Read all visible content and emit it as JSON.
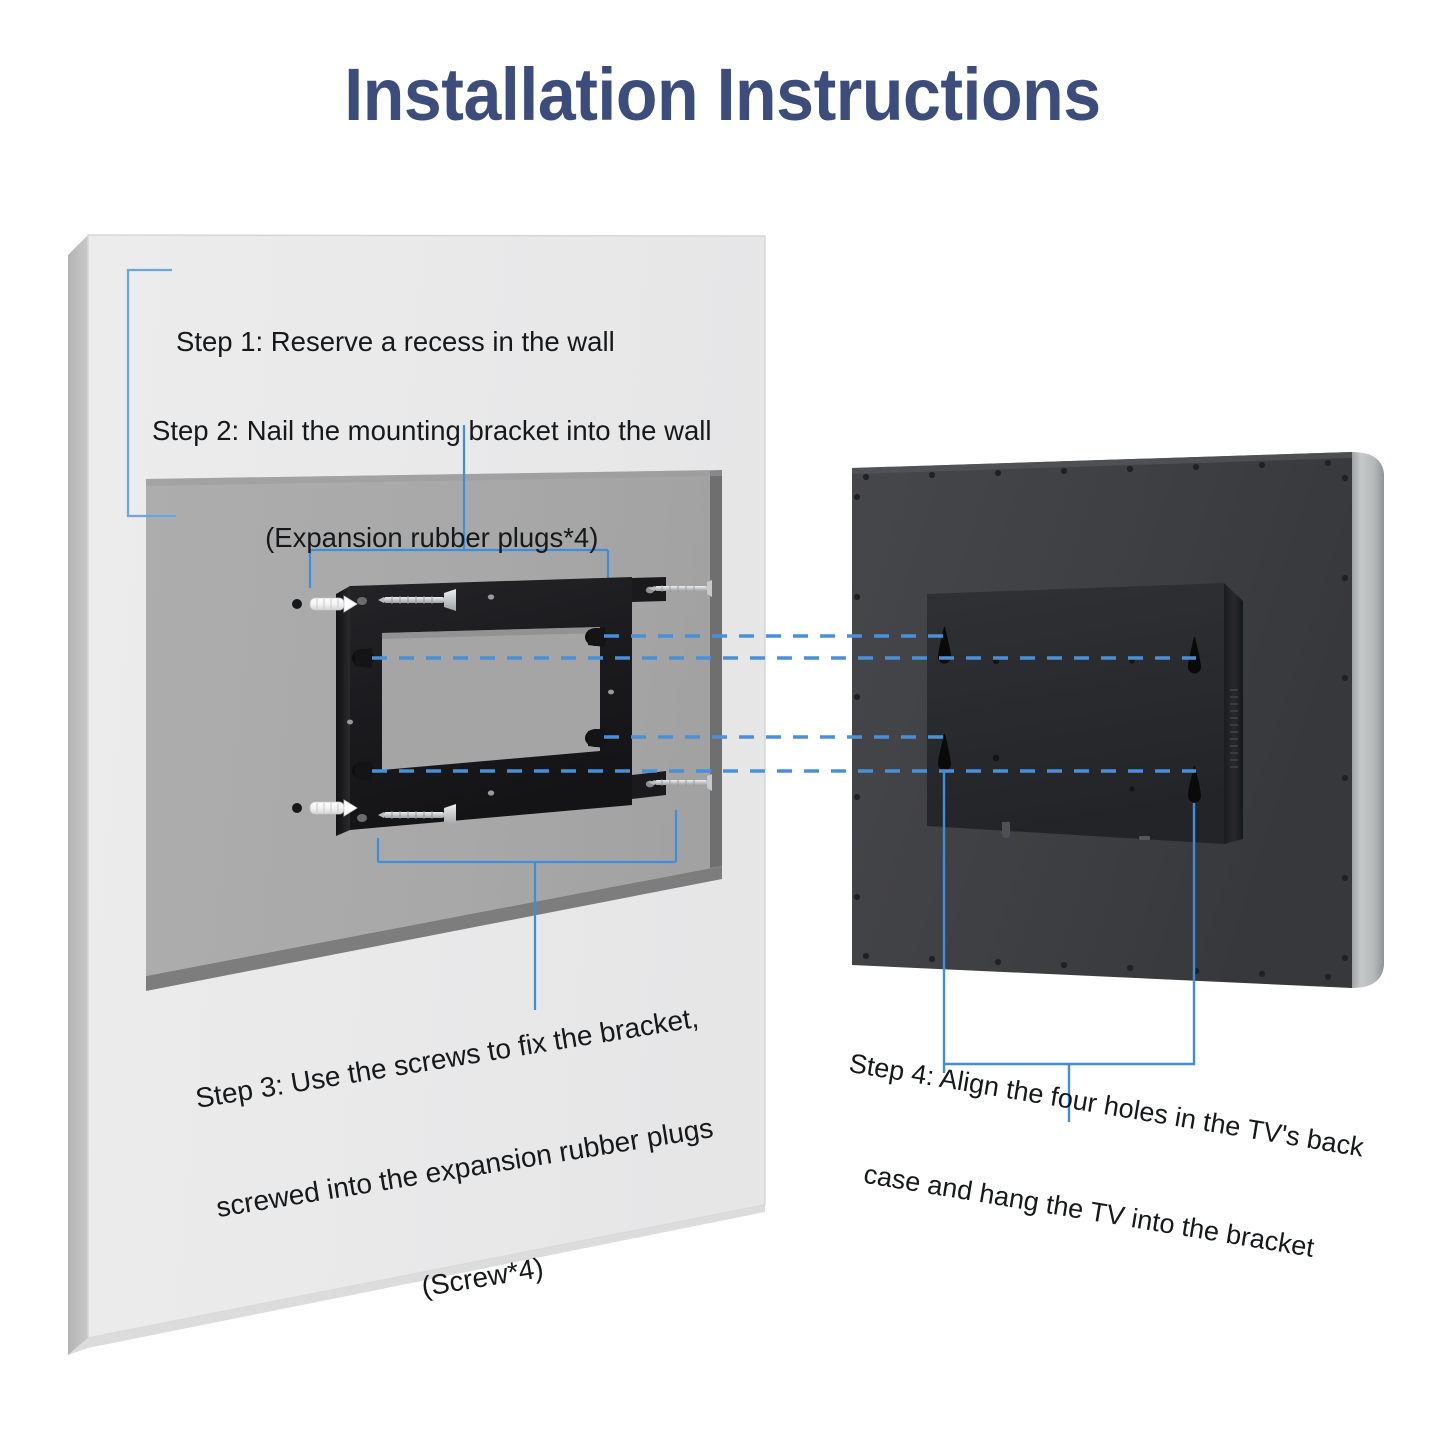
{
  "page": {
    "title": "Installation Instructions",
    "title_color": "#3c4d7c",
    "background_color": "#ffffff"
  },
  "colors": {
    "title_navy": "#3c4d7c",
    "leader_line_blue": "#4a90d9",
    "dashed_guide_blue": "#4a90d9",
    "wall_face_gray": "#e9e9ea",
    "wall_side_gray": "#b9b9b9",
    "recess_gray": "#aaaaaa",
    "recess_rim_dark": "#7d7d7d",
    "bracket_black": "#1c1c1e",
    "tv_back_gray": "#3f4043",
    "tv_edge_silver": "#b9bdbe",
    "screw_silver": "#cfd2d4",
    "text_black": "#16181a"
  },
  "steps": [
    {
      "id": "step-1",
      "label": "Step 1: Reserve a recess in the wall",
      "lines": [
        "Step 1: Reserve a recess in the wall"
      ],
      "points_to": "wall-recess"
    },
    {
      "id": "step-2",
      "label": "Step 2: Nail the mounting bracket into the wall (Expansion rubber plugs*4)",
      "lines": [
        "Step 2: Nail the mounting bracket into the wall",
        "(Expansion rubber plugs*4)"
      ],
      "points_to": "expansion-rubber-plugs"
    },
    {
      "id": "step-3",
      "label": "Step 3: Use the screws to fix the bracket, screwed into the expansion rubber plugs (Screw*4)",
      "lines": [
        "Step 3: Use the screws to fix the bracket,",
        "screwed into the expansion rubber plugs",
        "(Screw*4)"
      ],
      "points_to": "bracket-screws",
      "rotation_deg": -9.2
    },
    {
      "id": "step-4",
      "label": "Step 4: Align the four holes in the TV's back case and hang the TV into the bracket",
      "lines": [
        "Step 4: Align the four holes in the TV's back",
        "case and hang the TV into the bracket"
      ],
      "points_to": "tv-keyhole-slots",
      "rotation_deg": 9.4
    }
  ],
  "diagram": {
    "wall_panel_name": "wall panel",
    "recess_name": "reserved wall recess",
    "bracket_name": "mounting bracket",
    "tv_name": "TV back case",
    "hardware": {
      "expansion_plug_count": 4,
      "screw_count": 4,
      "keyhole_count": 4,
      "bracket_peg_count": 4
    },
    "alignment_guides": 4
  }
}
